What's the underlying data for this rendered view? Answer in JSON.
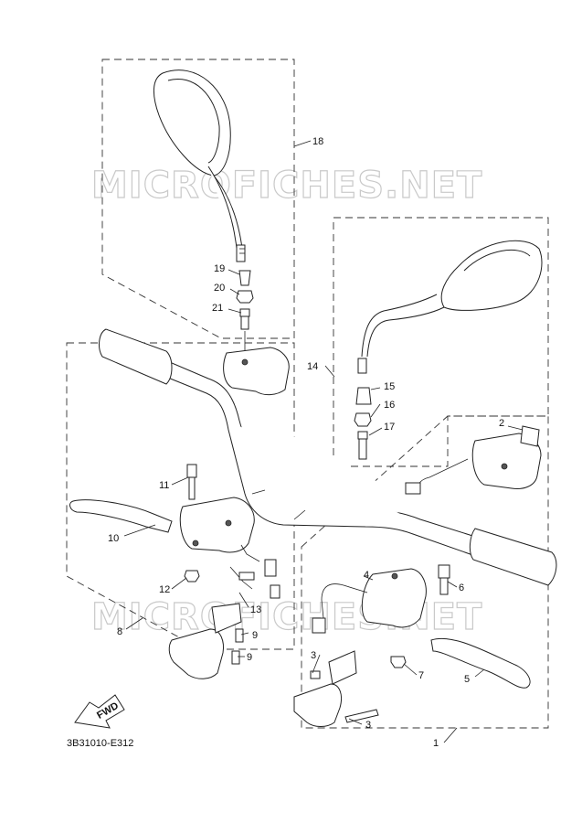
{
  "watermark": "MICROFICHES.NET",
  "diagram_code": "3B31010-E312",
  "fwd_label": "FWD",
  "callouts": [
    {
      "id": "c18",
      "text": "18"
    },
    {
      "id": "c19",
      "text": "19"
    },
    {
      "id": "c20",
      "text": "20"
    },
    {
      "id": "c21",
      "text": "21"
    },
    {
      "id": "c14",
      "text": "14"
    },
    {
      "id": "c15",
      "text": "15"
    },
    {
      "id": "c16",
      "text": "16"
    },
    {
      "id": "c17",
      "text": "17"
    },
    {
      "id": "c2",
      "text": "2"
    },
    {
      "id": "c11",
      "text": "11"
    },
    {
      "id": "c10",
      "text": "10"
    },
    {
      "id": "c12",
      "text": "12"
    },
    {
      "id": "c13",
      "text": "13"
    },
    {
      "id": "c9a",
      "text": "9"
    },
    {
      "id": "c9b",
      "text": "9"
    },
    {
      "id": "c8",
      "text": "8"
    },
    {
      "id": "c4",
      "text": "4"
    },
    {
      "id": "c6",
      "text": "6"
    },
    {
      "id": "c3a",
      "text": "3"
    },
    {
      "id": "c7",
      "text": "7"
    },
    {
      "id": "c5",
      "text": "5"
    },
    {
      "id": "c3b",
      "text": "3"
    },
    {
      "id": "c1",
      "text": "1"
    }
  ]
}
